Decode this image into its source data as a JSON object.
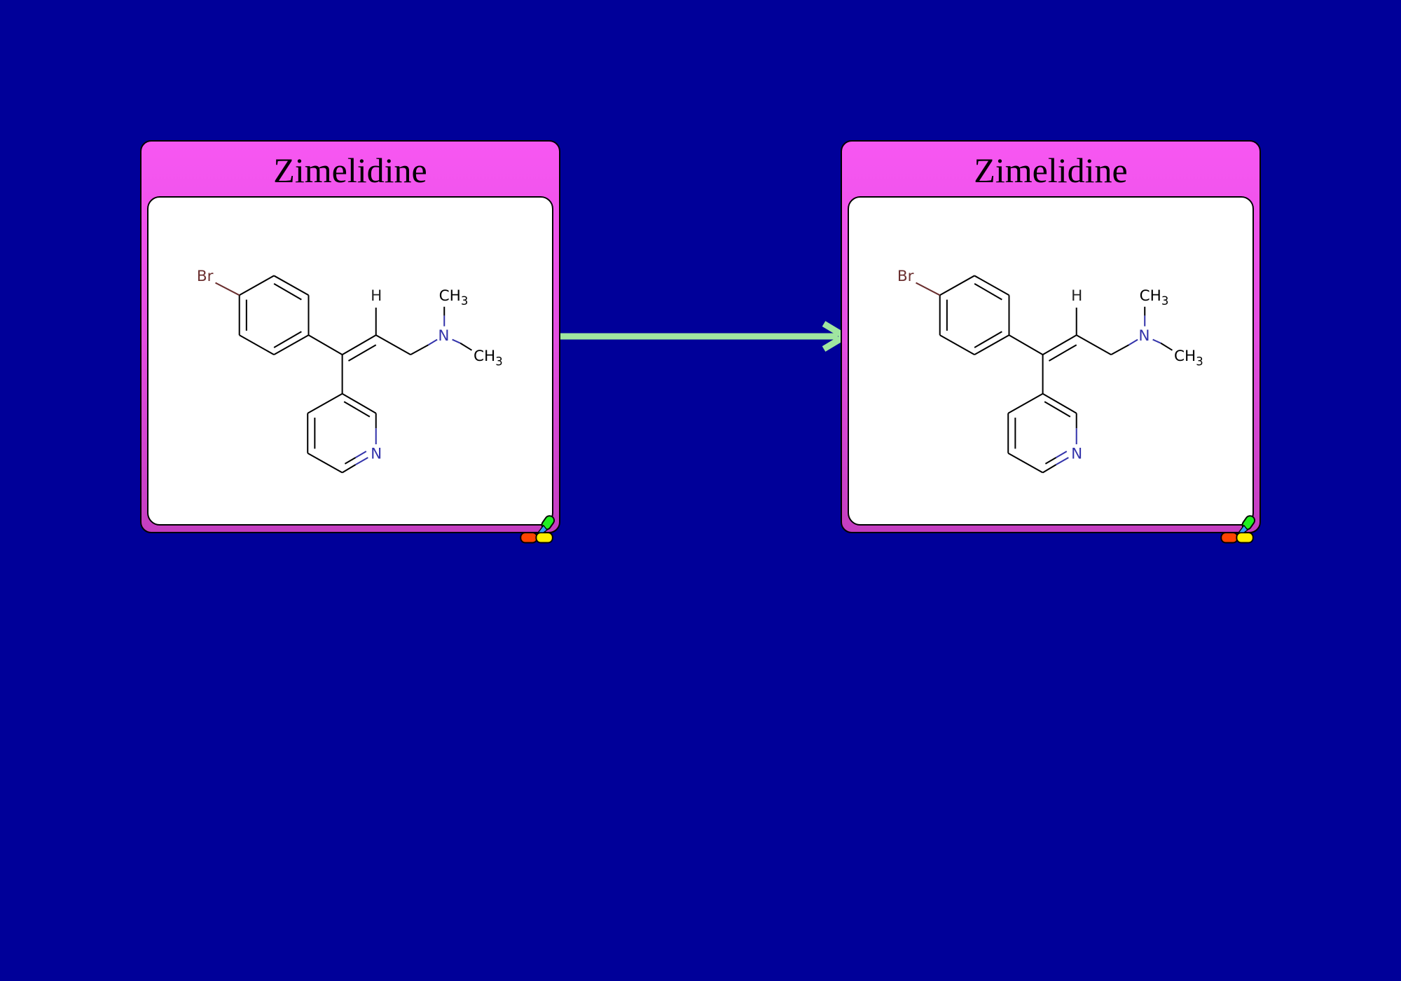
{
  "nodes": [
    {
      "title": "Zimelidine",
      "atoms": {
        "br": "Br",
        "h": "H",
        "n_amine": "N",
        "ch3_top": "CH",
        "ch3_right": "CH",
        "sub": "3",
        "n_pyridine": "N"
      }
    },
    {
      "title": "Zimelidine",
      "atoms": {
        "br": "Br",
        "h": "H",
        "n_amine": "N",
        "ch3_top": "CH",
        "ch3_right": "CH",
        "sub": "3",
        "n_pyridine": "N"
      }
    }
  ],
  "colors": {
    "background": "#000099",
    "card": "#f757f2",
    "arrow": "#a0e6a0",
    "nitrogen": "#3333aa",
    "bromine": "#6b3030"
  },
  "icons": {
    "card_badge": "pill-icon",
    "connector": "arrow-right-icon"
  }
}
